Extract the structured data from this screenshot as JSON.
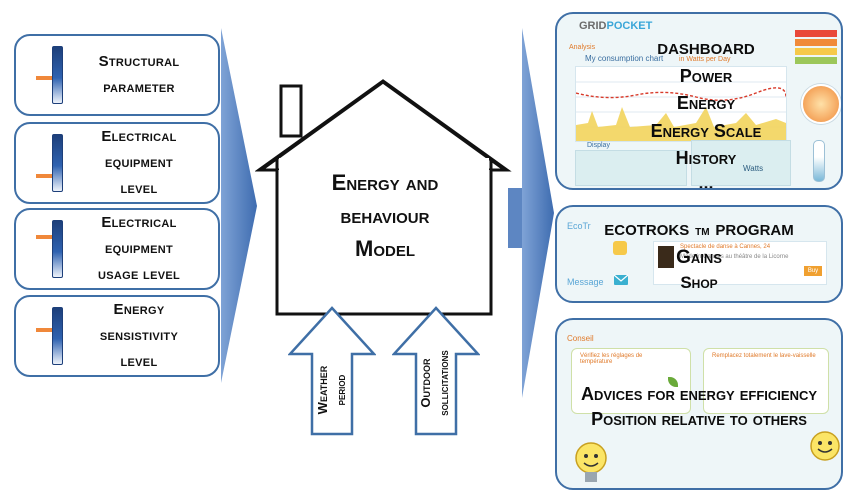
{
  "inputs": [
    {
      "line1": "Structural",
      "line2": "parameter",
      "line3": ""
    },
    {
      "line1": "Electrical",
      "line2": "equipment",
      "line3": "level"
    },
    {
      "line1": "Electrical",
      "line2": "equipment",
      "line3": "usage level"
    },
    {
      "line1": "Energy",
      "line2": "sensistivity",
      "line3": "level"
    }
  ],
  "model": {
    "line1": "Energy and",
    "line2": "behaviour",
    "line3": "Model"
  },
  "solicitations": [
    {
      "line1": "Weather",
      "line2": "period"
    },
    {
      "line1": "Outdoor",
      "line2": "sollicitations"
    }
  ],
  "dashboard": {
    "logo_a": "GRID",
    "logo_b": "POCKET",
    "title": "dashboard",
    "items": [
      "Power",
      "Energy",
      "Energy Scale",
      "History",
      "..."
    ],
    "screen": {
      "analysis": "Analysis",
      "chart_title": "My consumption chart",
      "chart_sub": "in Watts per Day",
      "display": "Display",
      "watts": "Watts"
    }
  },
  "program": {
    "title_a": "ecotroks",
    "title_tm": "TM",
    "title_b": "program",
    "items": [
      "Gains",
      "Shop"
    ],
    "screen": {
      "ecotroks": "EcoTr",
      "message": "Message",
      "shop_title": "Spectacle de danse à Cannes, 24",
      "shop_desc": "Made in Cannes au théâtre de la Licorne",
      "buy": "Buy"
    }
  },
  "advices": {
    "line1": "Advices for energy efficiency",
    "line2": "Position relative to others",
    "screen": {
      "conseil": "Conseil",
      "tip1": "Vérifiez les réglages de température",
      "tip2": "Remplacez totalement le lave-vaisselle"
    }
  },
  "colors": {
    "frame": "#3f6fa6",
    "arrow": "#4a78b8",
    "accent_orange": "#f0883a",
    "chart_yellow": "#f2d45c",
    "chart_red": "#d83a2a",
    "screen_bg": "#eef6f8"
  }
}
